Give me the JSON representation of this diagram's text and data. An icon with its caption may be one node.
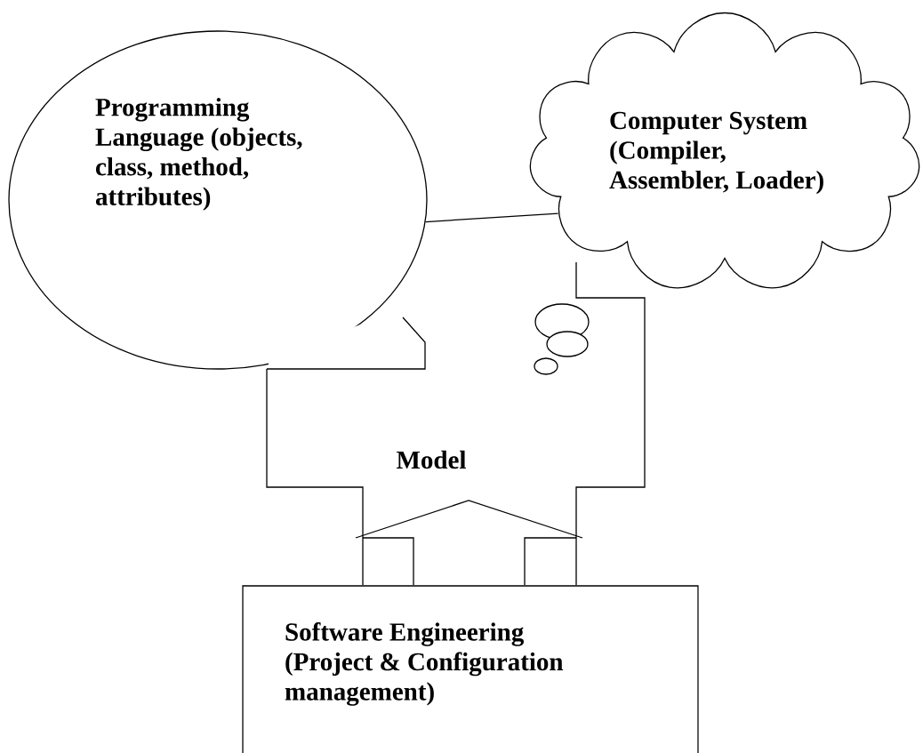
{
  "diagram": {
    "nodes": [
      {
        "text": [
          "Programming Language (objects, class, method, attributes)"
        ]
      },
      {
        "text": [
          "Computer System (Compiler, Assembler, Loader)"
        ]
      },
      {
        "text": [
          "Model"
        ]
      },
      {
        "text": [
          "Software Engineering (Project & Configuration management)"
        ]
      }
    ],
    "edges": [
      {
        "from": 0,
        "to": 1,
        "arrow": "none"
      }
    ]
  }
}
